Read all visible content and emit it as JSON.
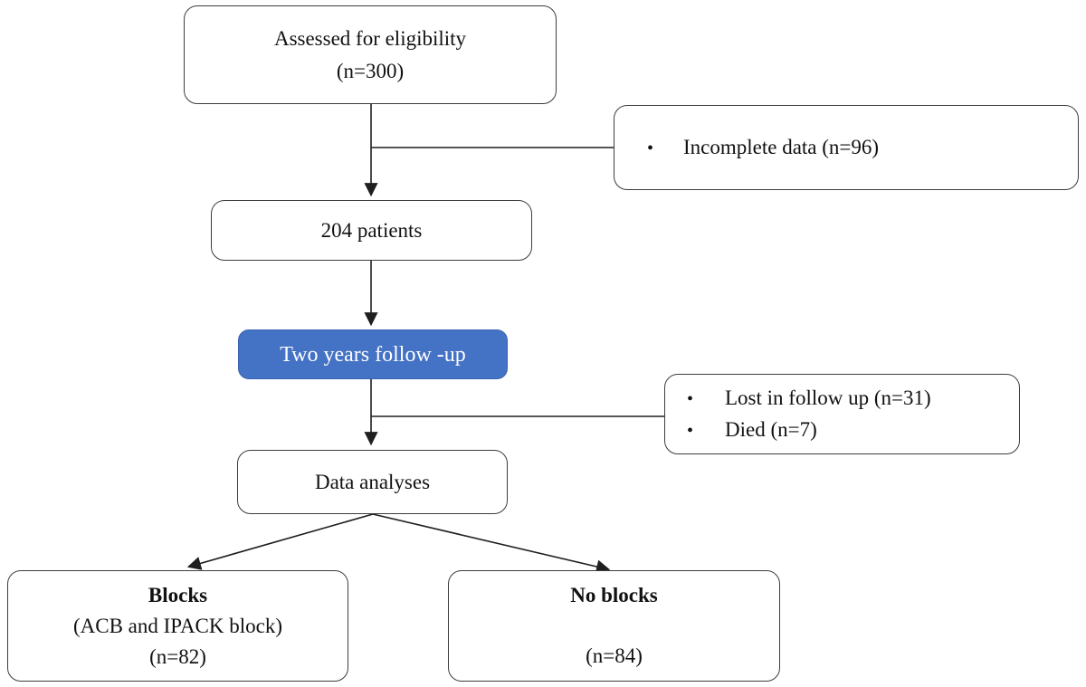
{
  "figure": {
    "background": "#ffffff",
    "colors": {
      "box_border": "#3d3d3d",
      "connector": "#1f1f1f",
      "text": "#111111",
      "highlight_fill": "#4472c4",
      "highlight_border": "#3a62b3",
      "highlight_text": "#ffffff"
    },
    "bullet_glyph": "•",
    "nodes": {
      "assessed": {
        "line1": "Assessed for eligibility",
        "line2": "(n=300)"
      },
      "incomplete": {
        "bullet1": "Incomplete data (n=96)"
      },
      "patients": {
        "label": "204 patients"
      },
      "followup": {
        "label": "Two years follow -up"
      },
      "lost": {
        "bullet1": "Lost in follow up (n=31)",
        "bullet2": "Died (n=7)"
      },
      "analyses": {
        "label": "Data analyses"
      },
      "blocks": {
        "line1": "Blocks",
        "line2": "(ACB and IPACK block)",
        "line3": "(n=82)"
      },
      "noblocks": {
        "line1": "No blocks",
        "line3": "(n=84)"
      }
    }
  }
}
